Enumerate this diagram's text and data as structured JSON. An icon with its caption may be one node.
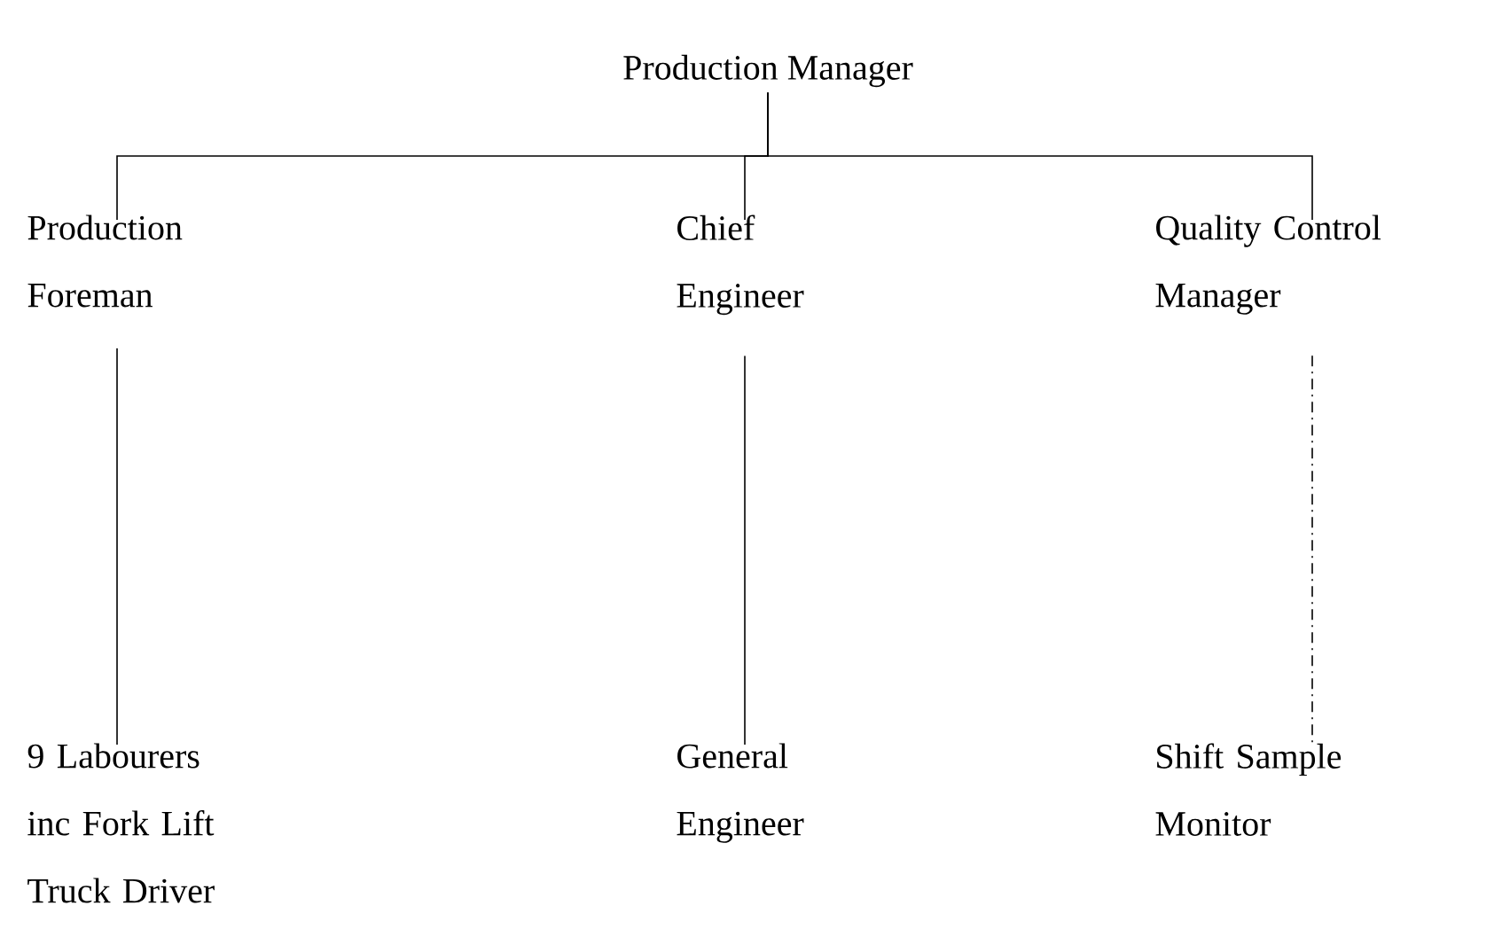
{
  "diagram": {
    "nodes": [
      {
        "text": [
          "Production Manager"
        ]
      },
      {
        "text": [
          "Production Foreman"
        ]
      },
      {
        "text": [
          "Chief Engineer"
        ]
      },
      {
        "text": [
          "Quality Control Manager"
        ]
      },
      {
        "text": [
          "9 Labourers inc Fork Lift Truck Driver"
        ]
      },
      {
        "text": [
          "General Engineer"
        ]
      },
      {
        "text": [
          "Shift Sample Monitor"
        ]
      }
    ],
    "edges": [
      {
        "from": 0,
        "to": 1,
        "arrow": "none"
      },
      {
        "from": 0,
        "to": 2,
        "arrow": "none"
      },
      {
        "from": 0,
        "to": 3,
        "arrow": "none"
      },
      {
        "from": 1,
        "to": 4,
        "arrow": "none"
      },
      {
        "from": 2,
        "to": 5,
        "arrow": "none"
      },
      {
        "from": 3,
        "to": 6,
        "arrow": "none",
        "style": "dashed"
      }
    ]
  }
}
